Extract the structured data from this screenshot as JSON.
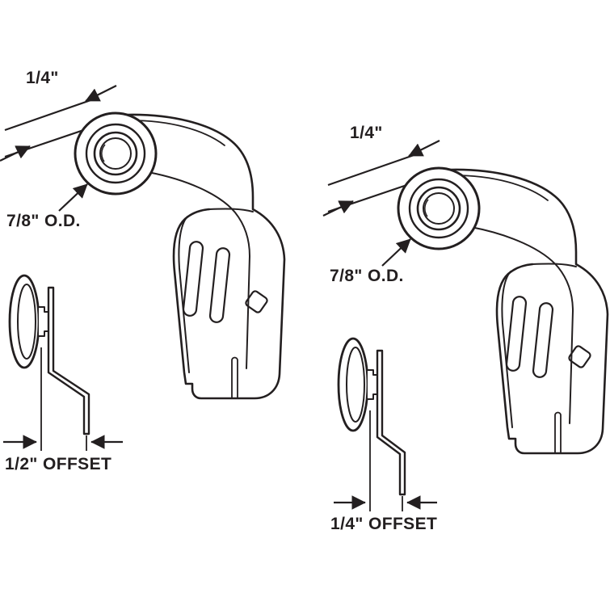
{
  "diagram": {
    "background_color": "#ffffff",
    "line_color": "#231f20",
    "left_assembly": {
      "top_dimension": "1/4\"",
      "outer_diameter": "7/8\" O.D.",
      "offset": "1/2\" OFFSET"
    },
    "right_assembly": {
      "top_dimension": "1/4\"",
      "outer_diameter": "7/8\" O.D.",
      "offset": "1/4\" OFFSET"
    }
  }
}
